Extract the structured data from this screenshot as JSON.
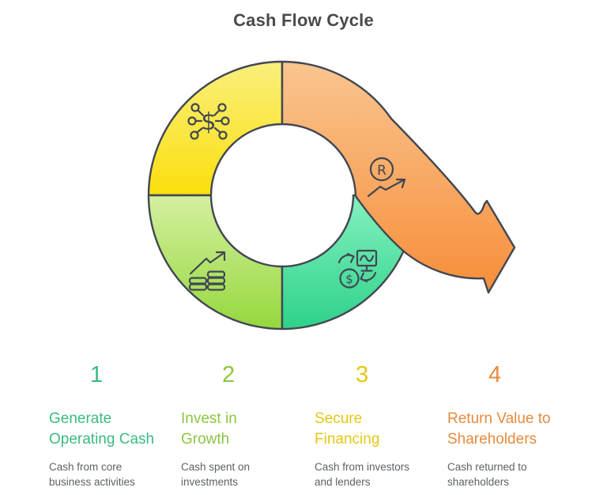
{
  "title": "Cash Flow Cycle",
  "diagram": {
    "outline_color": "#414753",
    "glyphs": {
      "dollar": "$",
      "registered": "R"
    },
    "segments": [
      {
        "id": "operating",
        "icon": "dollar-distribution-icon",
        "gradient": [
          "#f9ef7d",
          "#fbdf0d"
        ]
      },
      {
        "id": "invest",
        "icon": "coins-growth-icon",
        "gradient": [
          "#d5efa0",
          "#95d83d"
        ]
      },
      {
        "id": "financing",
        "icon": "money-exchange-icon",
        "gradient": [
          "#85f0c0",
          "#2dd289"
        ]
      },
      {
        "id": "return",
        "icon": "return-trend-icon",
        "gradient": [
          "#f9c58f",
          "#f78e3a"
        ]
      }
    ]
  },
  "steps": [
    {
      "number": "1",
      "color": "#3bba82",
      "title": "Generate\nOperating Cash",
      "description": "Cash from core\nbusiness activities"
    },
    {
      "number": "2",
      "color": "#8cc63f",
      "title": "Invest in\nGrowth",
      "description": "Cash spent on\ninvestments"
    },
    {
      "number": "3",
      "color": "#e6c713",
      "title": "Secure\nFinancing",
      "description": "Cash from investors\nand lenders"
    },
    {
      "number": "4",
      "color": "#e78a3d",
      "title": "Return Value to\nShareholders",
      "description": "Cash returned to\nshareholders"
    }
  ]
}
